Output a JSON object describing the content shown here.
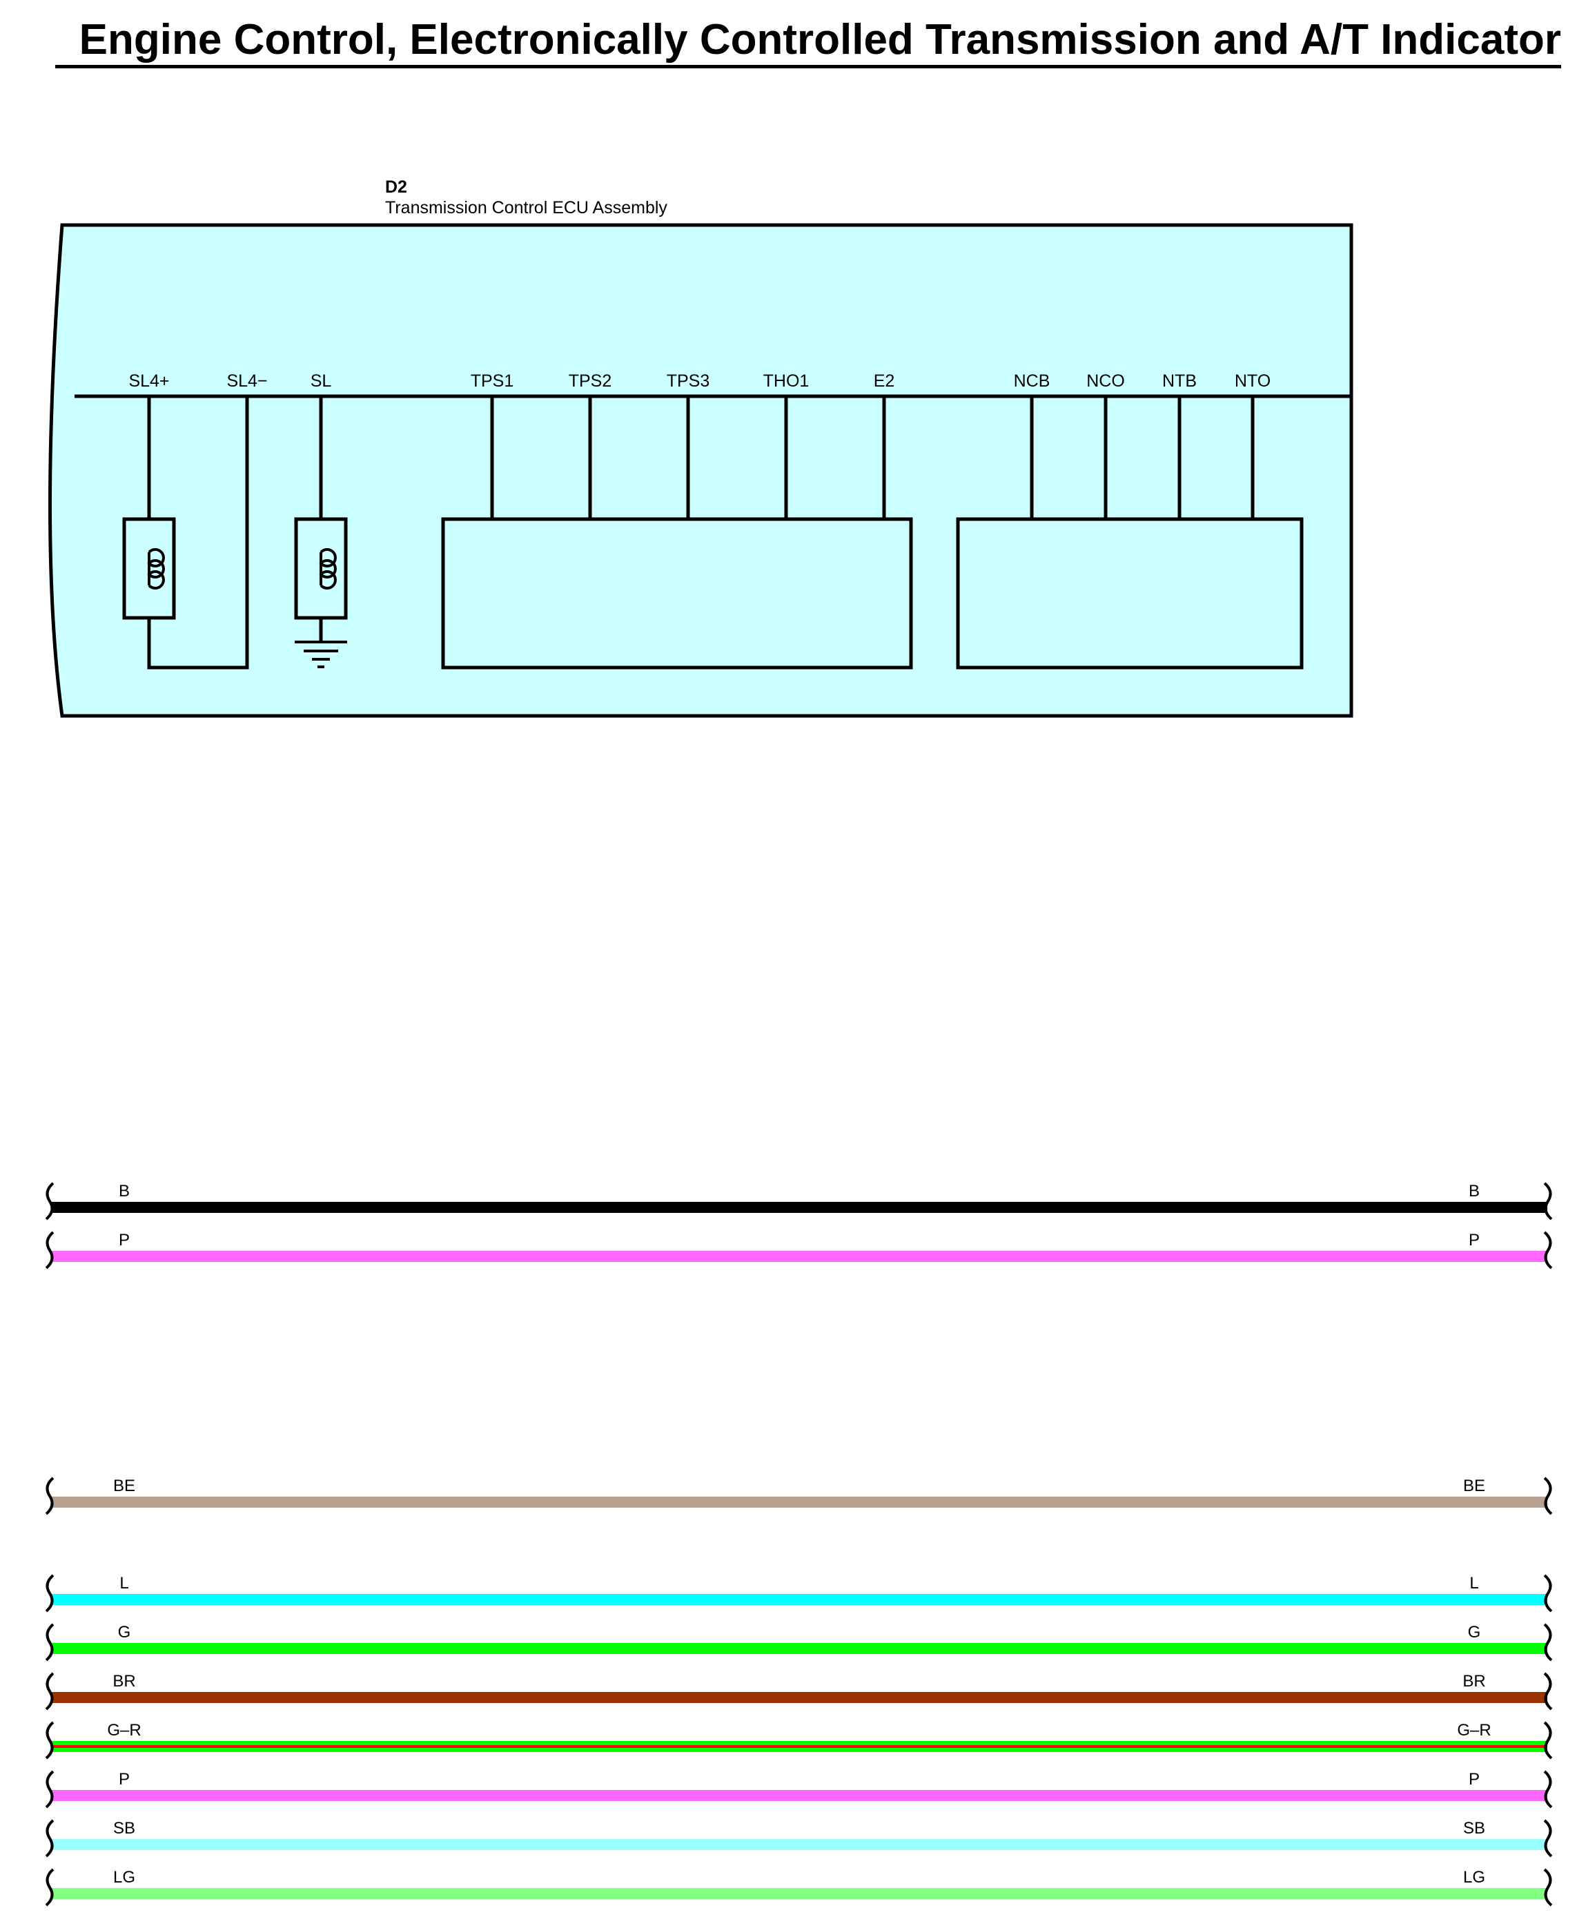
{
  "page": {
    "title": "Engine Control, Electronically Controlled Transmission and A/T Indicator"
  },
  "ecu": {
    "code": "D2",
    "name": "Transmission Control ECU Assembly",
    "fill_color": "#ccffff",
    "pins": [
      {
        "label": "SL4+"
      },
      {
        "label": "SL4−"
      },
      {
        "label": "SL"
      },
      {
        "label": "TPS1"
      },
      {
        "label": "TPS2"
      },
      {
        "label": "TPS3"
      },
      {
        "label": "THO1"
      },
      {
        "label": "E2"
      },
      {
        "label": "NCB"
      },
      {
        "label": "NCO"
      },
      {
        "label": "NTB"
      },
      {
        "label": "NTO"
      }
    ]
  },
  "wires": [
    {
      "label": "B",
      "color": "#000000"
    },
    {
      "label": "P",
      "color": "#ff66ff"
    },
    {
      "label": "BE",
      "color": "#b9a08e"
    },
    {
      "label": "L",
      "color": "#00ffff"
    },
    {
      "label": "G",
      "color": "#00ff00"
    },
    {
      "label": "BR",
      "color": "#993300"
    },
    {
      "label": "G–R",
      "color": "#00ff00",
      "stripe": "#ff0000"
    },
    {
      "label": "P",
      "color": "#ff66ff"
    },
    {
      "label": "SB",
      "color": "#99ffff"
    },
    {
      "label": "LG",
      "color": "#80ff80"
    }
  ]
}
